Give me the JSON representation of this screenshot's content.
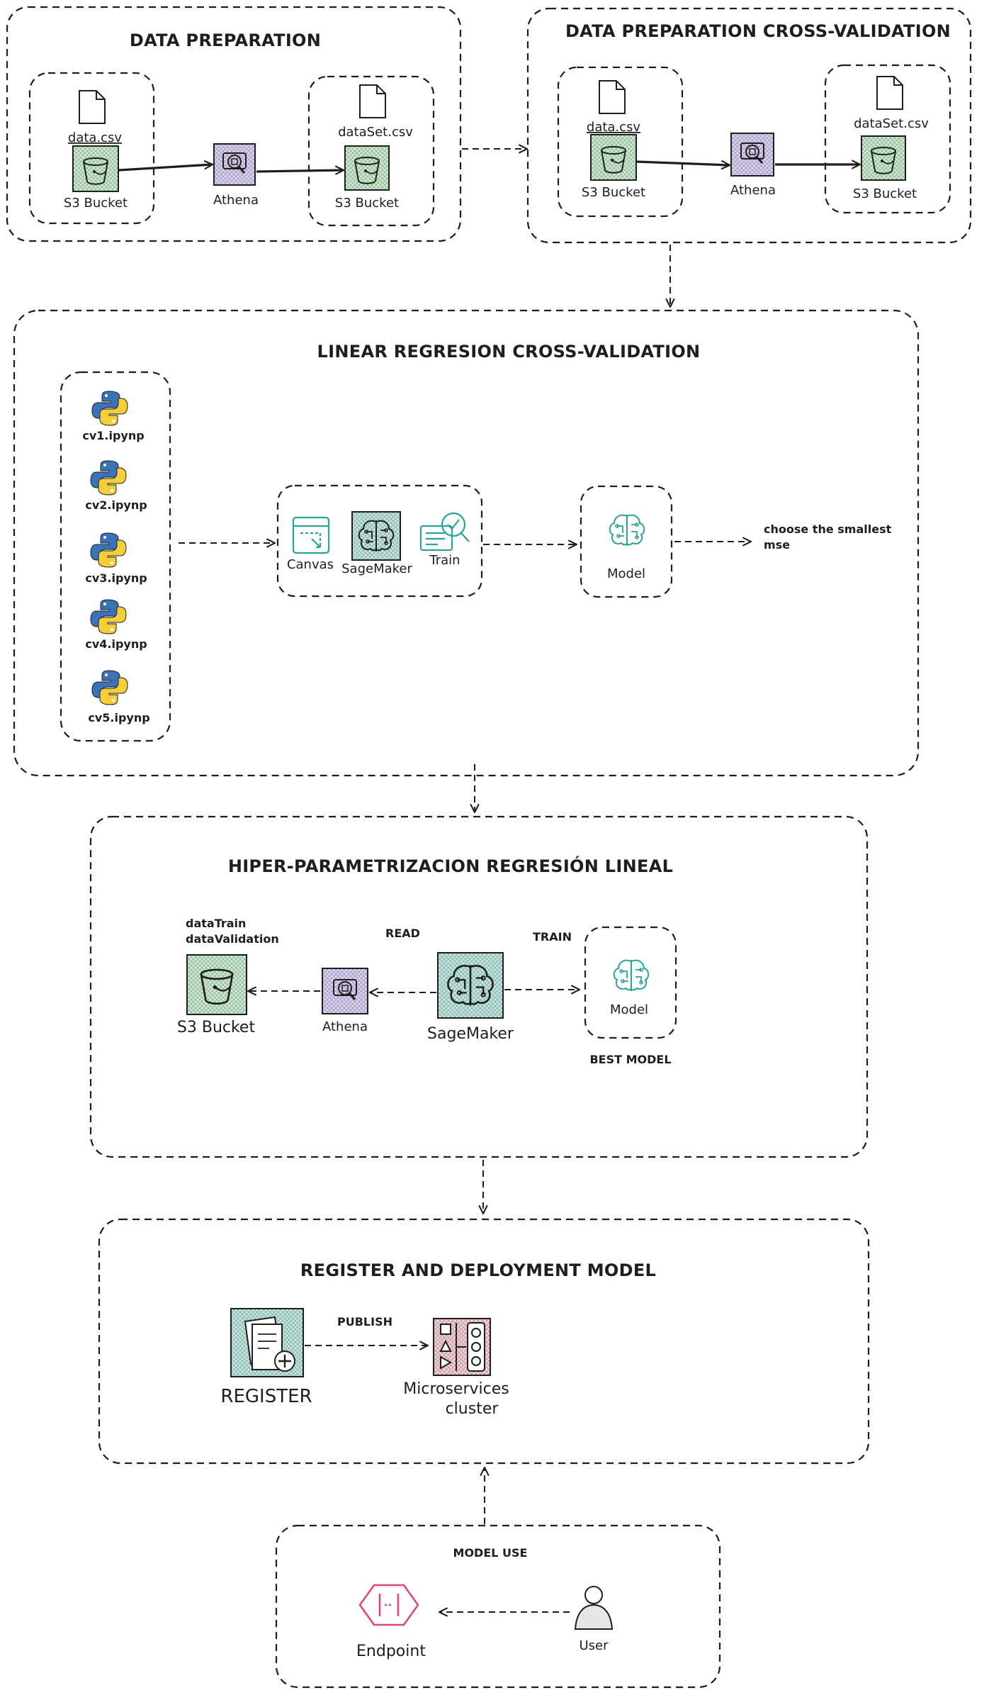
{
  "sections": {
    "data_prep": {
      "title": "DATA PREPARATION",
      "src_file": "data.csv",
      "src_bucket": "S3 Bucket",
      "athena": "Athena",
      "dst_file": "dataSet.csv",
      "dst_bucket": "S3 Bucket"
    },
    "data_prep_cv": {
      "title": "DATA PREPARATION CROSS-VALIDATION",
      "src_file": "data.csv",
      "src_bucket": "S3 Bucket",
      "athena": "Athena",
      "dst_file": "dataSet.csv",
      "dst_bucket": "S3 Bucket"
    },
    "linear_cv": {
      "title": "LINEAR REGRESION  CROSS-VALIDATION",
      "notebooks": [
        "cv1.ipynp",
        "cv2.ipynp",
        "cv3.ipynp",
        "cv4.ipynp",
        "cv5.ipynp"
      ],
      "canvas": "Canvas",
      "sagemaker": "SageMaker",
      "train": "Train",
      "model": "Model",
      "note_line1": "choose the smallest",
      "note_line2": "mse"
    },
    "hyper": {
      "title": "HIPER-PARAMETRIZACION REGRESIÓN LINEAL",
      "data_line1": "dataTrain",
      "data_line2": "dataValidation",
      "bucket": "S3 Bucket",
      "athena": "Athena",
      "sagemaker": "SageMaker",
      "model": "Model",
      "read": "READ",
      "train": "TRAIN",
      "best_model": "BEST MODEL"
    },
    "register": {
      "title": "REGISTER AND DEPLOYMENT MODEL",
      "register": "REGISTER",
      "publish": "PUBLISH",
      "cluster_line1": "Microservices",
      "cluster_line2": "cluster"
    },
    "model_use": {
      "title": "MODEL USE",
      "endpoint": "Endpoint",
      "user": "User"
    }
  },
  "colors": {
    "s3_fill": "#c9ebce",
    "athena_fill": "#d9d0f3",
    "sagemaker_fill": "#bfe7df",
    "microservices_fill": "#f6cfd6",
    "ml_icon_stroke": "#2aa39a",
    "endpoint_stroke": "#e0487a",
    "python_blue": "#3b73b9",
    "python_yellow": "#f5cf3a"
  },
  "icons": [
    "file-icon",
    "s3-bucket-icon",
    "athena-icon",
    "python-icon",
    "canvas-icon",
    "sagemaker-icon",
    "train-icon",
    "model-icon",
    "register-icon",
    "microservices-icon",
    "endpoint-icon",
    "user-icon"
  ]
}
